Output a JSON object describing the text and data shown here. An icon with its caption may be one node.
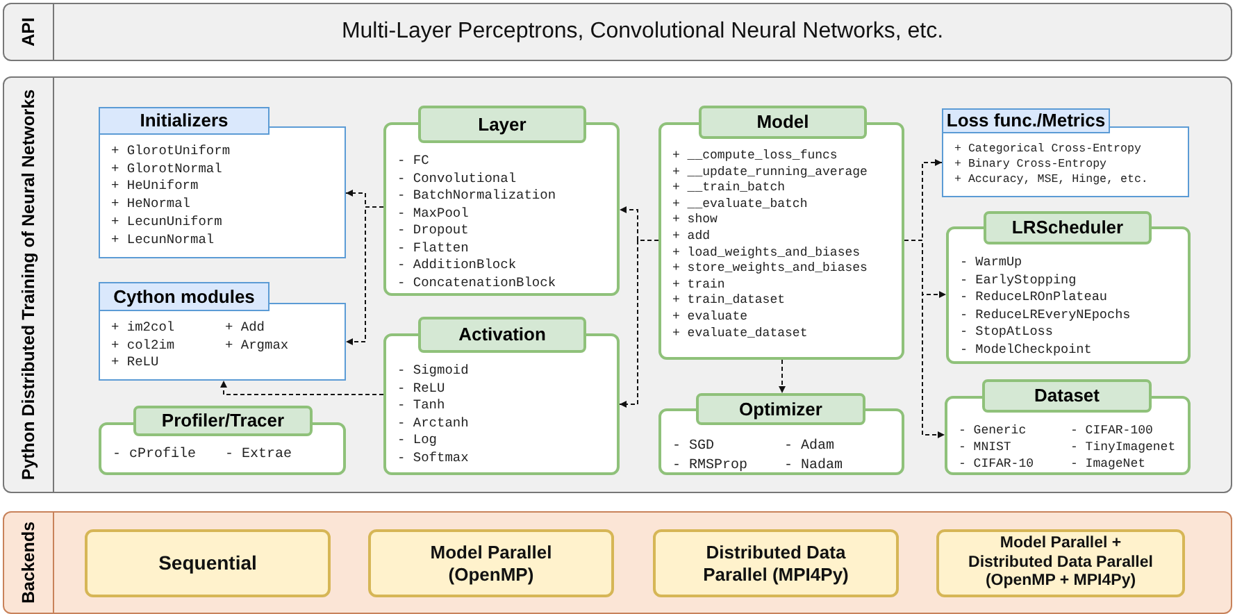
{
  "diagram": {
    "nodes": [
      {
        "text": [
          "API",
          "Multi-Layer Perceptrons, Convolutional Neural Networks, etc."
        ]
      },
      {
        "text": [
          "Python Distributed Training of Neural Networks"
        ]
      },
      {
        "text": [
          "Initializers",
          "+ GlorotUniform",
          "+ GlorotNormal",
          "+ HeUniform",
          "+ HeNormal",
          "+ LecunUniform",
          "+ LecunNormal"
        ],
        "in": 1
      },
      {
        "text": [
          "Cython modules",
          "+ im2col",
          "+ Add",
          "+ col2im",
          "+ Argmax",
          "+ ReLU"
        ],
        "in": 1
      },
      {
        "text": [
          "Profiler/Tracer",
          "- cProfile",
          "- Extrae"
        ],
        "in": 1
      },
      {
        "text": [
          "Layer",
          "- FC",
          "- Convolutional",
          "- BatchNormalization",
          "- MaxPool",
          "- Dropout",
          "- Flatten",
          "- AdditionBlock",
          "- ConcatenationBlock"
        ],
        "in": 1
      },
      {
        "text": [
          "Activation",
          "- Sigmoid",
          "- ReLU",
          "- Tanh",
          "- Arctanh",
          "- Log",
          "- Softmax"
        ],
        "in": 1
      },
      {
        "text": [
          "Model",
          "+ __compute_loss_funcs",
          "+ __update_running_average",
          "+ __train_batch",
          "+ __evaluate_batch",
          "+ show",
          "+ add",
          "+ load_weights_and_biases",
          "+ store_weights_and_biases",
          "+ train",
          "+ train_dataset",
          "+ evaluate",
          "+ evaluate_dataset"
        ],
        "in": 1
      },
      {
        "text": [
          "Optimizer",
          "- SGD",
          "- Adam",
          "- RMSProp",
          "- Nadam"
        ],
        "in": 1
      },
      {
        "text": [
          "Loss func./Metrics",
          "+ Categorical Cross-Entropy",
          "+ Binary Cross-Entropy",
          "+ Accuracy, MSE, Hinge, etc."
        ],
        "in": 1
      },
      {
        "text": [
          "LRScheduler",
          "- WarmUp",
          "- EarlyStopping",
          "- ReduceLROnPlateau",
          "- ReduceLREveryNEpochs",
          "- StopAtLoss",
          "- ModelCheckpoint"
        ],
        "in": 1
      },
      {
        "text": [
          "Dataset",
          "- Generic",
          "- CIFAR-100",
          "- MNIST",
          "- TinyImagenet",
          "- CIFAR-10",
          "- ImageNet"
        ],
        "in": 1
      },
      {
        "text": [
          "Backends"
        ]
      },
      {
        "text": [
          "Sequential"
        ],
        "in": 12
      },
      {
        "text": [
          "Model Parallel (OpenMP)"
        ],
        "in": 12
      },
      {
        "text": [
          "Distributed Data Parallel (MPI4Py)"
        ],
        "in": 12
      },
      {
        "text": [
          "Model Parallel + Distributed Data Parallel (OpenMP + MPI4Py)"
        ],
        "in": 12
      }
    ],
    "edges": [
      {
        "from": 5,
        "to": 2,
        "arrow": "to",
        "style": "dashed"
      },
      {
        "from": 5,
        "to": 3,
        "arrow": "to",
        "style": "dashed"
      },
      {
        "from": 6,
        "to": 3,
        "arrow": "to",
        "style": "dashed"
      },
      {
        "from": 7,
        "to": 5,
        "arrow": "to",
        "style": "dashed"
      },
      {
        "from": 7,
        "to": 6,
        "arrow": "to",
        "style": "dashed"
      },
      {
        "from": 7,
        "to": 8,
        "arrow": "to",
        "style": "dashed"
      },
      {
        "from": 7,
        "to": 9,
        "arrow": "to",
        "style": "dashed"
      },
      {
        "from": 7,
        "to": 10,
        "arrow": "to",
        "style": "dashed"
      },
      {
        "from": 7,
        "to": 11,
        "arrow": "to",
        "style": "dashed"
      }
    ]
  }
}
